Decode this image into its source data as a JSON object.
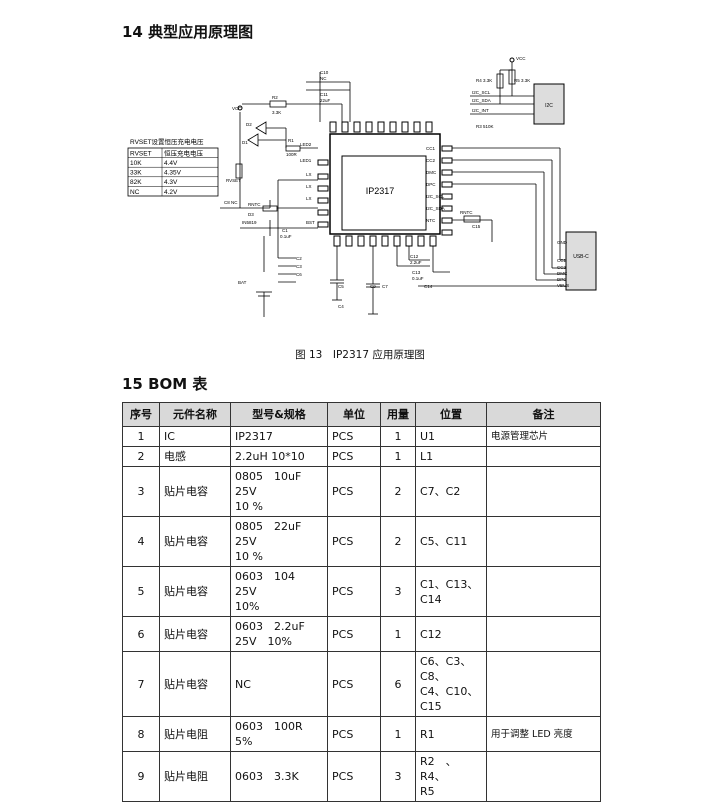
{
  "section14": {
    "title": "14 典型应用原理图"
  },
  "schematic": {
    "chip": "IP2317",
    "vcc": "VCC",
    "i2c_block": "I2C",
    "usb_block": "USB-C",
    "rvset_table": {
      "title": "RVSET设置恒压充电电压",
      "headers": [
        "RVSET",
        "恒压充电电压"
      ],
      "rows": [
        [
          "10K",
          "4.4V"
        ],
        [
          "33K",
          "4.35V"
        ],
        [
          "82K",
          "4.3V"
        ],
        [
          "NC",
          "4.2V"
        ]
      ]
    },
    "labels": {
      "r4": "R4 3.3K",
      "r5": "R5 3.3K",
      "r3": "R3 510K",
      "i2c_scl": "I2C_SCL",
      "i2c_sda": "I2C_SDA",
      "i2c_int": "I2C_INT",
      "c10": "C10",
      "nc": "NC",
      "c11": "C11",
      "c11_val": "22uF",
      "r2": "R2",
      "r2_val": "3.3K",
      "d1": "D1",
      "d2": "D2",
      "r1": "R1",
      "r1_val": "100R",
      "led1": "LED1",
      "led2": "LED2",
      "rvset": "RVSET",
      "rntc": "RNTC",
      "c8": "C8 NC",
      "d3": "D3",
      "in5819": "IN5819",
      "c1": "C1",
      "c1_val": "0.1uF",
      "c2": "C2",
      "c3": "C3",
      "c6": "C6",
      "bat": "BAT",
      "c5": "C5",
      "c4": "C4",
      "c7": "C7",
      "c9": "C9",
      "c12": "C12",
      "c12_val": "2.2uF",
      "c13": "C13",
      "c13_val": "0.1uF",
      "c14": "C14",
      "c14_val": "0.1uF",
      "c15": "C15",
      "rntc2": "RNTC",
      "cc1": "CC1",
      "cc2": "CC2",
      "dmc": "DMC",
      "dpc": "DPC",
      "sda": "I2C_SDA",
      "scl": "I2C_SCL",
      "ntc": "NTC",
      "vbus": "VBUS",
      "gnd": "GND",
      "lx": "LX",
      "bst": "BST"
    }
  },
  "caption": "图 13　IP2317 应用原理图",
  "section15": {
    "title": "15 BOM 表"
  },
  "bom": {
    "headers": [
      "序号",
      "元件名称",
      "型号&规格",
      "单位",
      "用量",
      "位置",
      "备注"
    ],
    "rows": [
      [
        "1",
        "IC",
        "IP2317",
        "PCS",
        "1",
        "U1",
        "电源管理芯片"
      ],
      [
        "2",
        "电感",
        "2.2uH 10*10",
        "PCS",
        "1",
        "L1",
        ""
      ],
      [
        "3",
        "贴片电容",
        "0805　10uF　25V\n10 %",
        "PCS",
        "2",
        "C7、C2",
        ""
      ],
      [
        "4",
        "贴片电容",
        "0805　22uF　25V\n10 %",
        "PCS",
        "2",
        "C5、C11",
        ""
      ],
      [
        "5",
        "贴片电容",
        "0603　104　 25V\n10%",
        "PCS",
        "3",
        "C1、C13、\nC14",
        ""
      ],
      [
        "6",
        "贴片电容",
        "0603　2.2uF\n25V　10%",
        "PCS",
        "1",
        "C12",
        ""
      ],
      [
        "7",
        "贴片电容",
        "NC",
        "PCS",
        "6",
        "C6、C3、C8、\nC4、C10、\nC15",
        ""
      ],
      [
        "8",
        "贴片电阻",
        "0603　100R　5%",
        "PCS",
        "1",
        "R1",
        "用于调整 LED 亮度"
      ],
      [
        "9",
        "贴片电阻",
        "0603　3.3K",
        "PCS",
        "3",
        "R2　、R4、\nR5",
        ""
      ]
    ]
  }
}
